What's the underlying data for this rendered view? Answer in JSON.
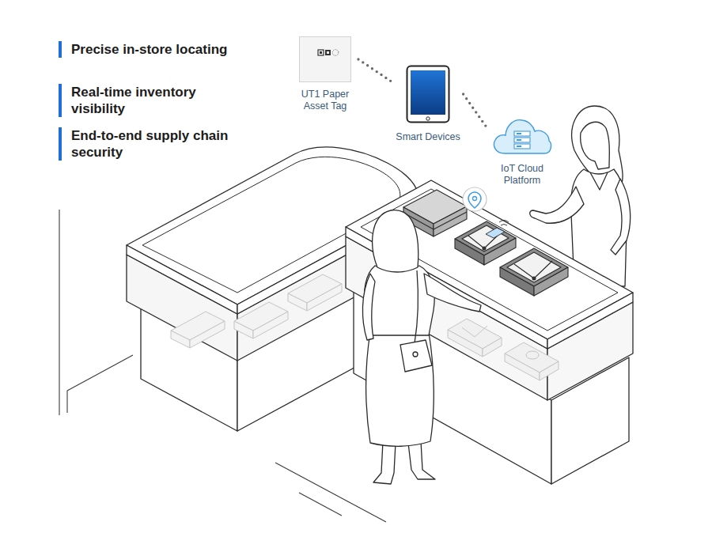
{
  "diagram": {
    "nodes": [
      {
        "text": [
          "UT1 Paper Asset Tag"
        ]
      },
      {
        "text": [
          "Smart Devices"
        ]
      },
      {
        "text": [
          "IoT Cloud Platform"
        ]
      }
    ],
    "edges": [
      {
        "from": 0,
        "to": 1,
        "arrow": "none"
      },
      {
        "from": 1,
        "to": 2,
        "arrow": "none"
      }
    ],
    "labels": [
      "Precise in-store locating",
      "Real-time inventory visibility",
      "End-to-end supply chain security"
    ]
  }
}
